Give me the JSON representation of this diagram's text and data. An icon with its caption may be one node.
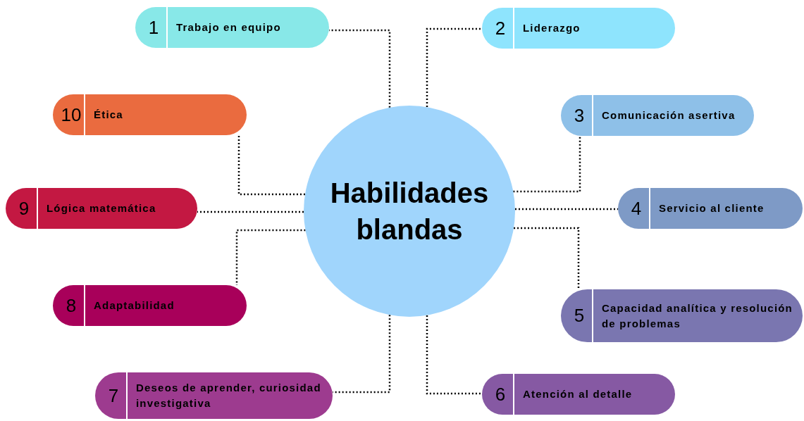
{
  "diagram": {
    "nodes": [
      {
        "text": [
          "Habilidades blandas"
        ]
      },
      {
        "text": [
          "1",
          "Trabajo en equipo"
        ]
      },
      {
        "text": [
          "2",
          "Liderazgo"
        ]
      },
      {
        "text": [
          "3",
          "Comunicación asertiva"
        ]
      },
      {
        "text": [
          "4",
          "Servicio al cliente"
        ]
      },
      {
        "text": [
          "5",
          "Capacidad analítica y resolución de problemas"
        ]
      },
      {
        "text": [
          "6",
          "Atención al detalle"
        ]
      },
      {
        "text": [
          "7",
          "Deseos de aprender, curiosidad investigativa"
        ]
      },
      {
        "text": [
          "8",
          "Adaptabilidad"
        ]
      },
      {
        "text": [
          "9",
          "Lógica matemática"
        ]
      },
      {
        "text": [
          "10",
          "Ética"
        ]
      }
    ],
    "edges": [
      {
        "from": 0,
        "to": 1,
        "arrow": "none",
        "style": "dashed"
      },
      {
        "from": 0,
        "to": 2,
        "arrow": "none",
        "style": "dashed"
      },
      {
        "from": 0,
        "to": 3,
        "arrow": "none",
        "style": "dashed"
      },
      {
        "from": 0,
        "to": 4,
        "arrow": "none",
        "style": "dashed"
      },
      {
        "from": 0,
        "to": 5,
        "arrow": "none",
        "style": "dashed"
      },
      {
        "from": 0,
        "to": 6,
        "arrow": "none",
        "style": "dashed"
      },
      {
        "from": 0,
        "to": 7,
        "arrow": "none",
        "style": "dashed"
      },
      {
        "from": 0,
        "to": 8,
        "arrow": "none",
        "style": "dashed"
      },
      {
        "from": 0,
        "to": 9,
        "arrow": "none",
        "style": "dashed"
      },
      {
        "from": 0,
        "to": 10,
        "arrow": "none",
        "style": "dashed"
      }
    ]
  }
}
